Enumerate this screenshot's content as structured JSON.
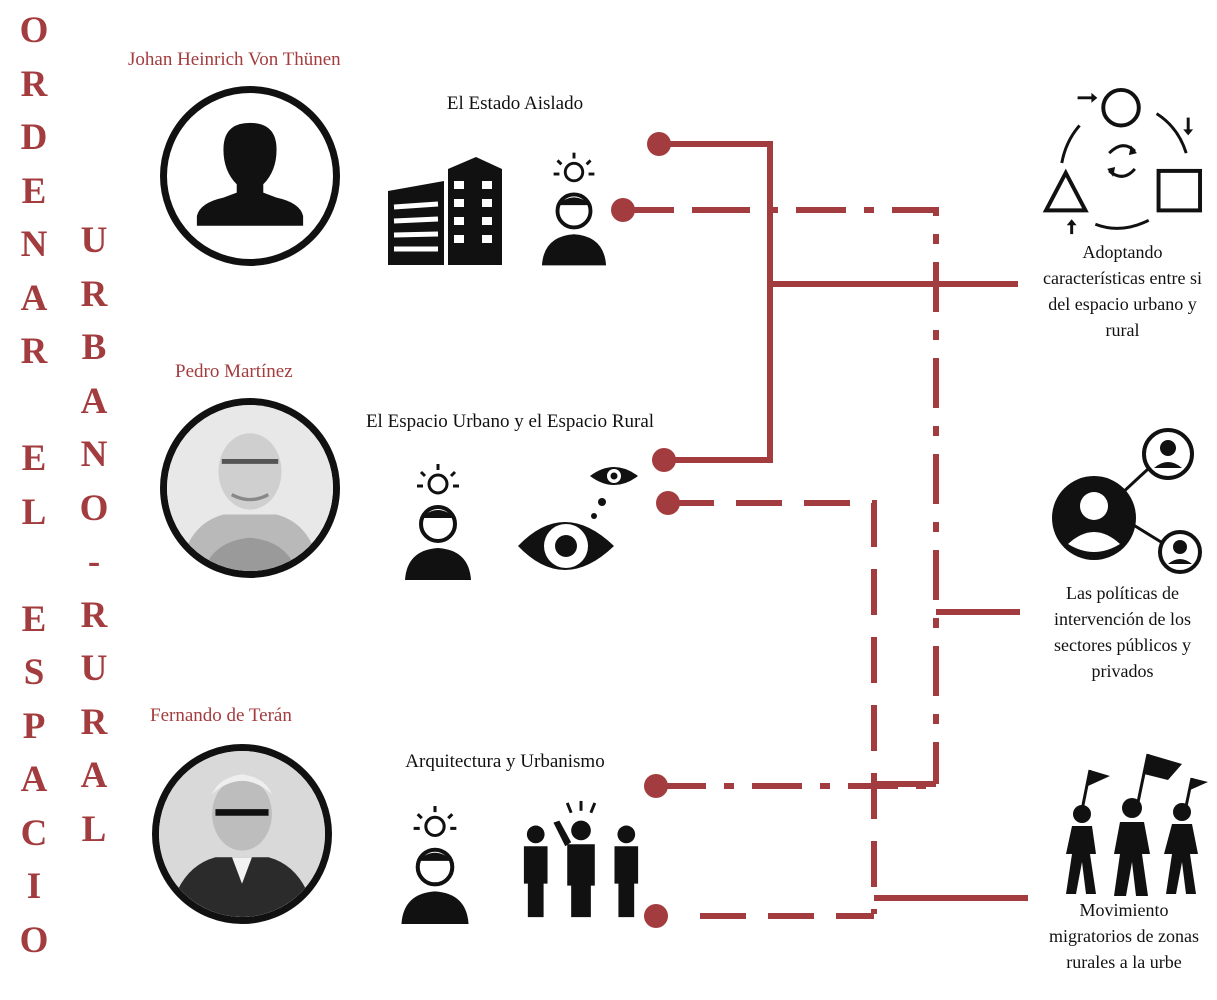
{
  "title_left": "ORDENAR EL ESPACIO",
  "title_right": "URBANO - RURAL",
  "authors": [
    {
      "name": "Johan Heinrich Von Thünen",
      "work": "El Estado Aislado"
    },
    {
      "name": "Pedro Martínez",
      "work": "El Espacio Urbano y el Espacio Rural"
    },
    {
      "name": "Fernando de Terán",
      "work": "Arquitectura y Urbanismo"
    }
  ],
  "outcomes": [
    "Adoptando características entre si del espacio urbano y rural",
    "Las políticas de intervención de los sectores públicos y privados",
    "Movimiento migratorios de zonas rurales a la urbe"
  ],
  "colors": {
    "accent": "#a33c3e",
    "ink": "#111111"
  },
  "icons": [
    "user-silhouette-icon",
    "building-icon",
    "idea-person-icon",
    "eye-icon",
    "crowd-icon",
    "cycle-shapes-icon",
    "network-people-icon",
    "protest-flags-icon"
  ]
}
